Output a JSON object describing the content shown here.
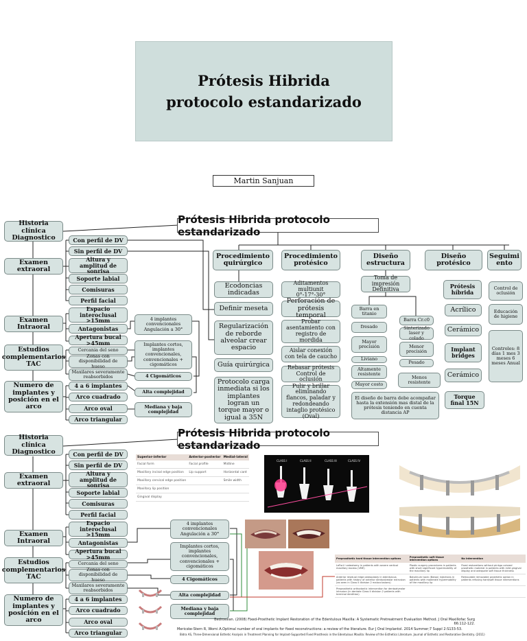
{
  "cover": {
    "title": "Prótesis Hibrida protocolo estandarizado",
    "author": "Martin Sanjuan"
  },
  "diagram": {
    "main_title": "Prótesis Hibrida protocolo estandarizado",
    "left": {
      "historia": "Historia clínica Diagnostico",
      "extraoral": "Examen extraoral",
      "extraoral_items": [
        "Con perfil de DV",
        "Sin perfil de DV",
        "Altura y amplitud de sonrisa",
        "Soporte labial",
        "Comisuras",
        "Perfil facial"
      ],
      "intraoral": "Examen Intraoral",
      "intraoral_items": [
        "Espacio interoclusal >15mm",
        "Antagonistas",
        "Apertura bucal >45mm"
      ],
      "estudios": "Estudios complementarios TAC",
      "estudios_items": [
        "Cercania del seno",
        "Zonas con disponibilidad de hueso",
        "Maxilares severamente reabsorbidos"
      ],
      "numero": "Numero de implantes y posición en el arco",
      "numero_items": [
        "4 a 6 implantes",
        "Arco cuadrado",
        "Arco oval",
        "Arco triangular"
      ],
      "middle": [
        "4 implantes convencionales Angulación a 30°",
        "Implantes cortos, implantes convencionales, convencionales + cigomáticos",
        "4 Cigomáticos",
        "Alta complejidad",
        "Mediana y baja complejidad"
      ]
    },
    "cols": {
      "quirurgico": {
        "title": "Procedimiento quirúrgico",
        "items": [
          "Ecodoncias indicadas",
          "Definir meseta",
          "Regularización de reborde alveolar crear espacio",
          "Guía quirúrgica",
          "Protocolo carga inmediata si los implantes logran un torque mayor o igual a 35N"
        ]
      },
      "protesico": {
        "title": "Procedimiento protésico",
        "items": [
          "Aditamentos multiunit 0°-17°-30°",
          "Perforación de prótesis temporal",
          "Probar asentamiento con registro de mordida",
          "Aislar conexión con tela de caucho",
          "Rebasar prótesis Control de oclusión",
          "Pulir y brillar eliminando flancos, paladar y redondeando intaglio protésico (Oval)"
        ]
      },
      "diseno_estructura": {
        "title": "Diseño estructura",
        "toma": "Toma de impresión Definitiva",
        "left_items": [
          "Barra en titanio",
          "fresado",
          "Mayor precisión",
          "Liviano",
          "Altamente resistente",
          "Mayor costo"
        ],
        "right_items": [
          "Barra Cr.c0",
          "Sinterizado laser y colado",
          "Menor precisión",
          "Pesado",
          "Menos resistente"
        ],
        "note": "El diseño de barra debe acompañar hasta la extensión mas distal de la prótesis teniendo en cuenta distancia AP"
      },
      "diseno_protesico": {
        "title": "Diseño protésico",
        "items": [
          "Prótesis híbrida",
          "Acrílico",
          "Cerámico",
          "Implant bridges",
          "Cerámico",
          "Torque final 15N"
        ]
      },
      "seguimiento": {
        "title": "Seguimi ento",
        "items": [
          "Control de oclusión",
          "Educación de higiene",
          "Controles: 8 días 1 mes 3 meses 6 meses Anual"
        ]
      }
    }
  },
  "table1": {
    "headers": [
      "Superior-inferior",
      "Anterior-posterior",
      "Medial-lateral"
    ],
    "rows": [
      [
        "Facial form",
        "Facial profile",
        "Midline"
      ],
      [
        "Maxillary incisal edge position",
        "Lip support",
        "Horizontal cant"
      ],
      [
        "Maxillary cervical edge position",
        "",
        "Smile width"
      ],
      [
        "Maxillary lip position",
        "",
        ""
      ],
      [
        "Gingival display",
        "",
        ""
      ]
    ]
  },
  "xray_labels": [
    "CLASS I",
    "CLASS II",
    "CLASS III",
    "CLASS IV"
  ],
  "table2": {
    "headers": [
      "Preprosthetic hard tissue intervention options",
      "Preprosthetic soft tissue intervention options",
      "No intervention"
    ],
    "rows": [
      [
        "LeFort I osteotomy in patients with severe vertical maxillary excess (VME)",
        "Plastic surgery procedures in patients with short significant hypermobility of the maxillary lip",
        "Fixed restorations without pinkgo colored prosthetic material in patients with mild gingival display and adequate soft tissue thickness"
      ],
      [
        "Anterior residual ridge osteoplasty in edentulous patients with history of anterior dentoalveolar extrusion (as seen in Class II division 2 malocclusions)",
        "Botulinum toxin (Botox) injections in patients with moderate hypermobility of the maxillary lip",
        "Removable removable prosthetic option in patients refusing hard/soft tissue interventions"
      ],
      [
        "Preprosthetic orthodontic intervention for dentoalveolar intrusion (in dentate Class II division 2 patients with terminal dentition)",
        "",
        ""
      ]
    ]
  },
  "references": [
    "Bedrossian. (2008) Fixed-Prosthetic Implant Restoration of the Edentulous Maxilla: A Systematic Pretreatment Evaluation Method. J Oral Maxillofac Surg 66:112-122.",
    "Mericske-Stern R, Worni A.Optimal number of oral implants for fixed reconstructions: a review of the literature. Eur J Oral Implantol. 2014 Summer;7 Suppl 2:S133-53.",
    "Bidra AS, Three-Dimensional Esthetic Analysis in Treatment Planning for Implant-Supported Fixed Prosthesis in the Edentulous Maxilla: Review of the Esthetics Literature. Journal of Esthetic and Restorative Dentistry. (2011)"
  ],
  "colors": {
    "box_fill": "#d7e3e1",
    "box_border": "#7a8a88",
    "line": "#222222",
    "accent_green": "#2e8b3a",
    "accent_red": "#c0392b"
  }
}
